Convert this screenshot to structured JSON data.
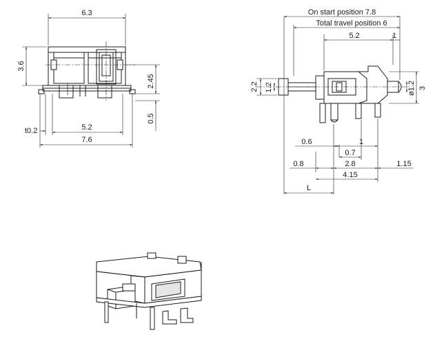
{
  "front_view": {
    "width_top": "6.3",
    "height_left": "3.6",
    "height_right_top": "2.45",
    "height_right_bottom": "0.5",
    "thickness": "t0.2",
    "pin_pitch": "5.2",
    "overall_width": "7.6"
  },
  "side_view": {
    "start_position": "On start position 7.8",
    "total_travel": "Total travel position 6",
    "top_span": "5.2",
    "top_right": "1",
    "left_height_outer": "2.2",
    "left_height_inner": "1.2",
    "tip_diameter": "ø1.2",
    "right_height": "3",
    "dim_06": "0.6",
    "dim_1": "1",
    "dim_07": "0.7",
    "dim_08": "0.8",
    "dim_28": "2.8",
    "dim_115": "1.15",
    "dim_415": "4.15",
    "dim_L": "L"
  }
}
